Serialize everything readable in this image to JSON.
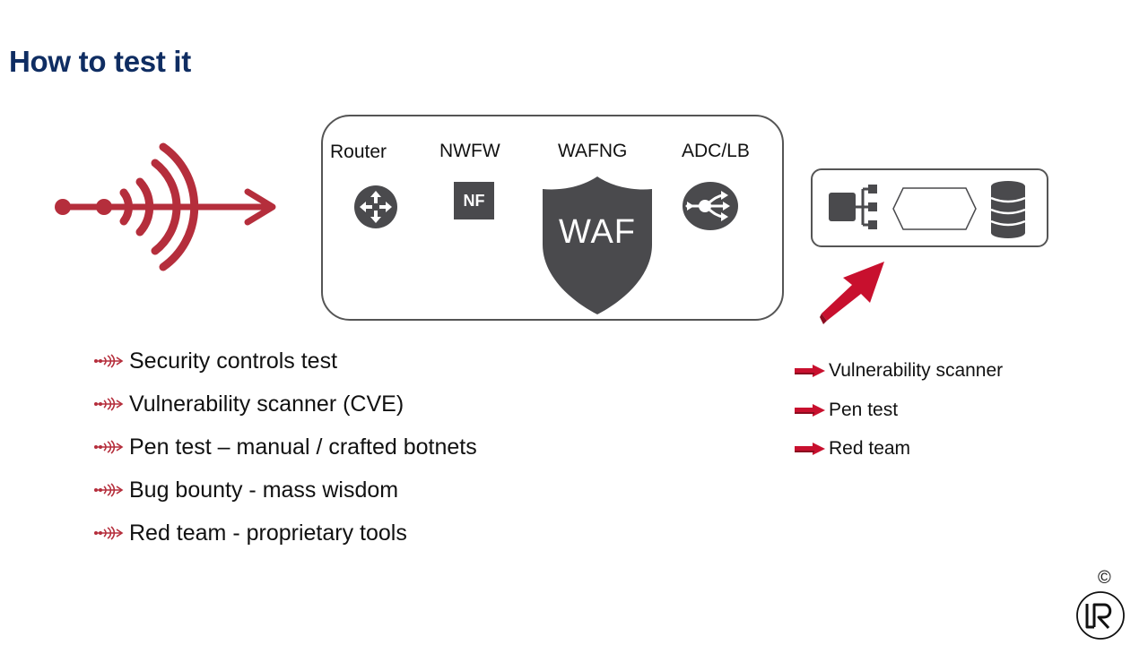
{
  "title": "How to test it",
  "perimeter": {
    "devices": [
      {
        "label": "Router",
        "icon": "router-icon"
      },
      {
        "label": "NWFW",
        "icon": "nf-box-icon",
        "badge": "NF"
      },
      {
        "label": "WAFNG",
        "icon": "waf-shield-icon",
        "badge": "WAF"
      },
      {
        "label": "ADC/LB",
        "icon": "load-balancer-icon"
      }
    ]
  },
  "target_components": [
    "network-node-icon",
    "hexagon-shape",
    "database-icon"
  ],
  "methods": [
    "Security controls test",
    "Vulnerability scanner (CVE)",
    "Pen test – manual / crafted botnets",
    "Bug bounty  - mass wisdom",
    "Red team  - proprietary tools"
  ],
  "attacks": [
    "Vulnerability scanner",
    "Pen test",
    "Red team"
  ],
  "copyright": "©",
  "colors": {
    "title": "#0f2d62",
    "accent": "#b52e3c",
    "arrow": "#c8102e",
    "device": "#4a4a4d"
  }
}
